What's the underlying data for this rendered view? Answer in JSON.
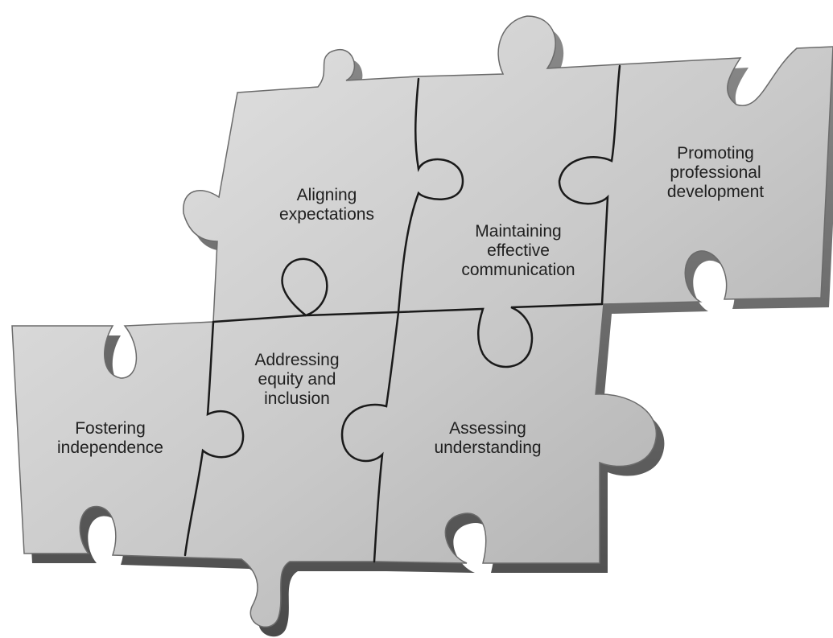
{
  "pieces": [
    {
      "id": "aligning",
      "lines": [
        "Aligning",
        "expectations"
      ]
    },
    {
      "id": "maintaining",
      "lines": [
        "Maintaining",
        "effective",
        "communication"
      ]
    },
    {
      "id": "promoting",
      "lines": [
        "Promoting",
        "professional",
        "development"
      ]
    },
    {
      "id": "fostering",
      "lines": [
        "Fostering",
        "independence"
      ]
    },
    {
      "id": "addressing",
      "lines": [
        "Addressing",
        "equity and",
        "inclusion"
      ]
    },
    {
      "id": "assessing",
      "lines": [
        "Assessing",
        "understanding"
      ]
    }
  ],
  "colors": {
    "face": "#c9c9c9",
    "face_light": "#e4e4e4",
    "edge": "#6b6b6b",
    "seam": "#1a1a1a"
  }
}
